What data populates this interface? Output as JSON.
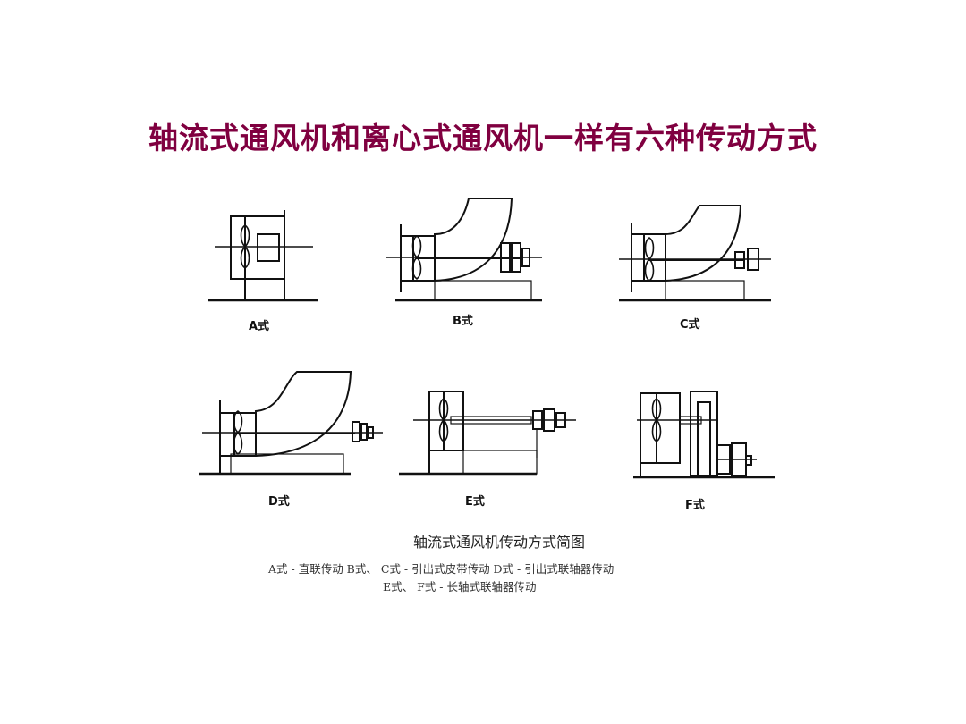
{
  "title": "轴流式通风机和离心式通风机一样有六种传动方式",
  "figures": [
    {
      "id": "A",
      "label": "A式"
    },
    {
      "id": "B",
      "label": "B式"
    },
    {
      "id": "C",
      "label": "C式"
    },
    {
      "id": "D",
      "label": "D式"
    },
    {
      "id": "E",
      "label": "E式"
    },
    {
      "id": "F",
      "label": "F式"
    }
  ],
  "caption": {
    "title": "轴流式通风机传动方式简图",
    "line1": "A式 - 直联传动  B式、 C式 - 引出式皮带传动  D式 - 引出式联轴器传动",
    "line2": "E式、 F式 - 长轴式联轴器传动"
  }
}
